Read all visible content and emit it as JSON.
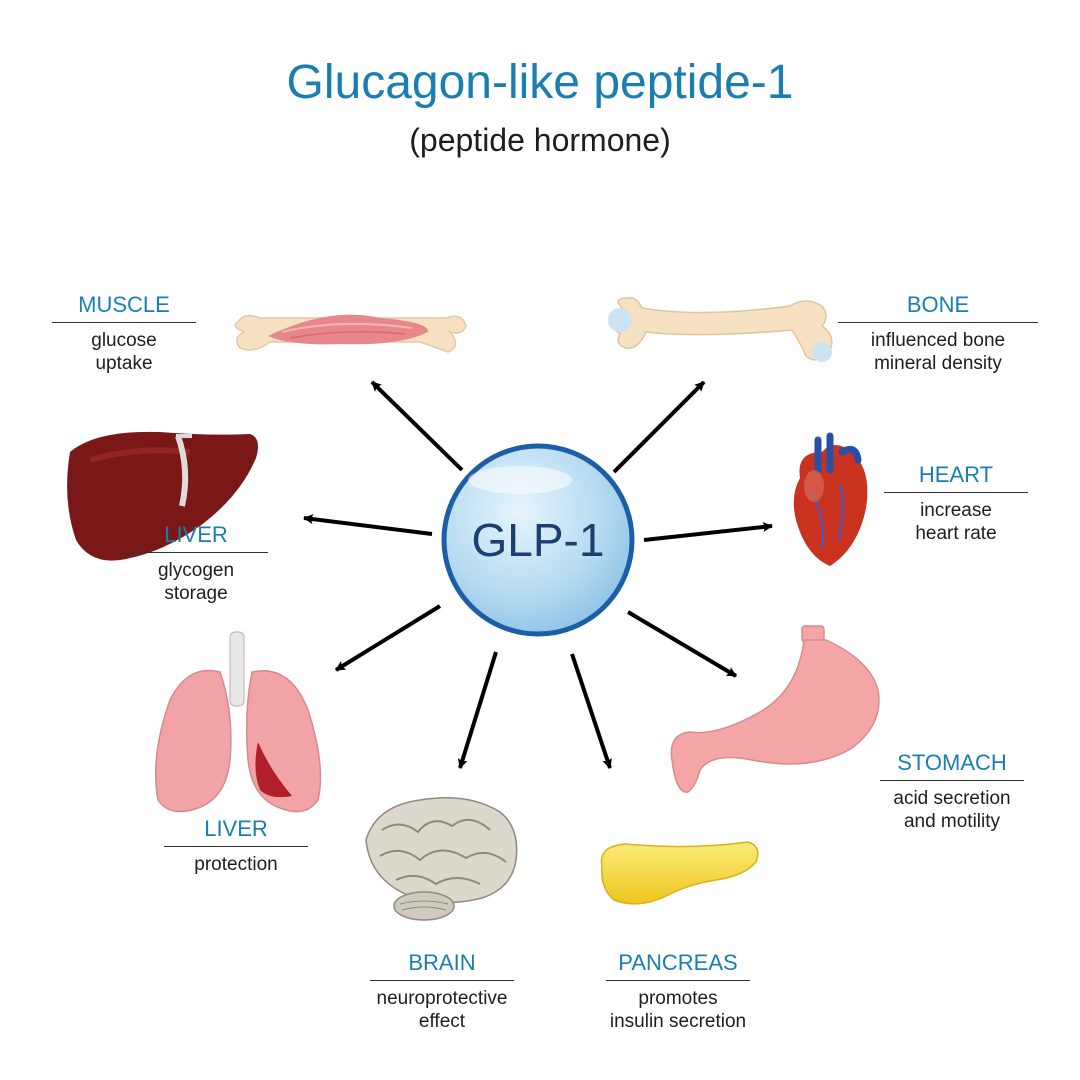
{
  "title": "Glucagon-like peptide-1",
  "subtitle": "(peptide hormone)",
  "center_label": "GLP-1",
  "organs": [
    {
      "name": "MUSCLE",
      "desc_1": "glucose",
      "desc_2": "uptake"
    },
    {
      "name": "BONE",
      "desc_1": "influenced bone",
      "desc_2": "mineral density"
    },
    {
      "name": "LIVER",
      "desc_1": "glycogen",
      "desc_2": "storage"
    },
    {
      "name": "HEART",
      "desc_1": "increase",
      "desc_2": "heart rate"
    },
    {
      "name": "LIVER",
      "desc_1": "protection",
      "desc_2": ""
    },
    {
      "name": "STOMACH",
      "desc_1": "acid secretion",
      "desc_2": "and motility"
    },
    {
      "name": "BRAIN",
      "desc_1": "neuroprotective",
      "desc_2": "effect"
    },
    {
      "name": "PANCREAS",
      "desc_1": "promotes",
      "desc_2": "insulin secretion"
    }
  ],
  "colors": {
    "title": "#1a7fb0",
    "label_name": "#1a7fb0",
    "text": "#1e1e1e",
    "center_fill": "#b8dcf2",
    "center_stroke": "#1c5fa6",
    "arrow": "#000000",
    "muscle": "#e8878a",
    "bone": "#f6e1c3",
    "liver": "#7a1818",
    "heart": "#c8321e",
    "lungs": "#f2a3a6",
    "stomach": "#f4a6a6",
    "brain": "#dcd8cd",
    "pancreas": "#f5d83a"
  }
}
